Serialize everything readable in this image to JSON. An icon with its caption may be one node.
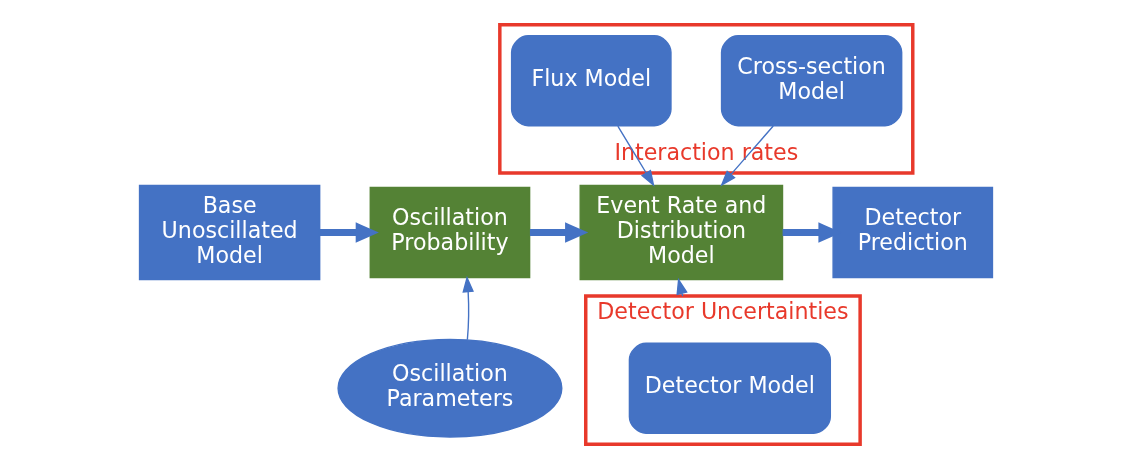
{
  "diagram": {
    "nodes": [
      {
        "text": [
          "Interaction rates"
        ]
      },
      {
        "text": [
          "Flux Model"
        ],
        "in": 0
      },
      {
        "text": [
          "Cross-section Model"
        ],
        "in": 0
      },
      {
        "text": [
          "Base Unoscillated Model"
        ]
      },
      {
        "text": [
          "Oscillation Probability"
        ]
      },
      {
        "text": [
          "Event Rate and Distribution Model"
        ]
      },
      {
        "text": [
          "Detector Prediction"
        ]
      },
      {
        "text": [
          "Oscillation Parameters"
        ]
      },
      {
        "text": [
          "Detector Uncertainties"
        ]
      },
      {
        "text": [
          "Detector Model"
        ],
        "in": 8
      }
    ],
    "edges": [
      {
        "from": 1,
        "to": 5,
        "arrow": "to"
      },
      {
        "from": 2,
        "to": 5,
        "arrow": "to"
      },
      {
        "from": 3,
        "to": 4,
        "arrow": "to",
        "style": "thick"
      },
      {
        "from": 4,
        "to": 5,
        "arrow": "to",
        "style": "thick"
      },
      {
        "from": 5,
        "to": 6,
        "arrow": "to",
        "style": "thick"
      },
      {
        "from": 7,
        "to": 4,
        "arrow": "to"
      },
      {
        "from": 9,
        "to": 5,
        "arrow": "to"
      }
    ]
  }
}
